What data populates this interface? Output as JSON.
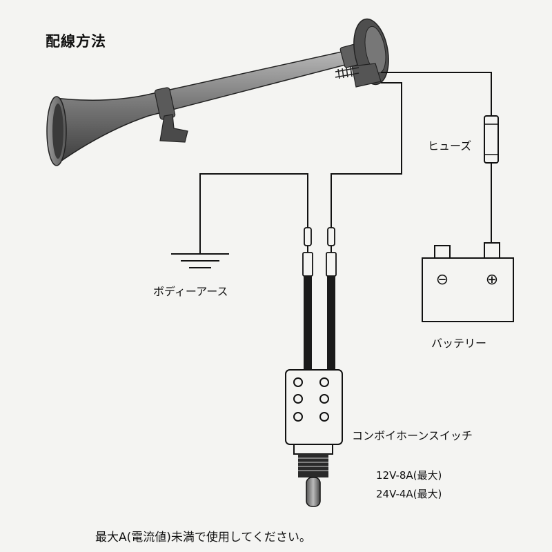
{
  "diagram": {
    "title": "配線方法",
    "labels": {
      "fuse": "ヒューズ",
      "ground": "ボディーアース",
      "battery": "バッテリー",
      "switch": "コンボイホーンスイッチ",
      "rating_12v": "12V-8A(最大)",
      "rating_24v": "24V-4A(最大)"
    },
    "battery_terminals": {
      "negative": "⊖",
      "positive": "⊕"
    },
    "note": "最大A(電流値)未満で使用してください。",
    "colors": {
      "background": "#f4f4f2",
      "line": "#111111",
      "horn": "#6e6e6e"
    }
  }
}
